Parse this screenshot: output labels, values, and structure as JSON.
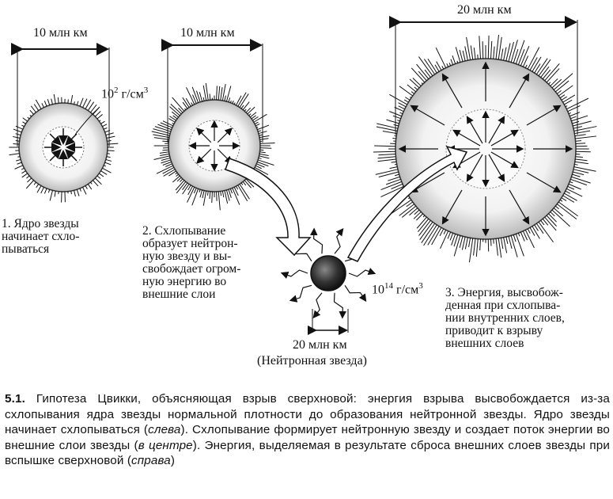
{
  "stages": [
    {
      "number": "1.",
      "lines": [
        "Ядро звезды",
        "начинает схло-",
        "пываться"
      ]
    },
    {
      "number": "2.",
      "lines": [
        "Схлопывание",
        "образует нейтрон-",
        "ную звезду и вы-",
        "свобождает огром-",
        "ную энергию во",
        "внешние слои"
      ]
    },
    {
      "number": "3.",
      "lines": [
        "Энергия, высвобож-",
        "денная при схлопыва-",
        "нии внутренних слоев,",
        "приводит к взрыву",
        "внешних слоев"
      ]
    }
  ],
  "dimensions": {
    "star1": "10 млн км",
    "star2": "10 млн км",
    "star3": "20 млн км",
    "neutron": "20 млн км",
    "neutron_caption": "(Нейтронная звезда)"
  },
  "densities": {
    "core": {
      "base": "10",
      "exp": "2",
      "unit": " г/см",
      "unit_exp": "3"
    },
    "neutron": {
      "base": "10",
      "exp": "14",
      "unit": " г/см",
      "unit_exp": "3"
    }
  },
  "caption": {
    "number": "5.1.",
    "part1": " Гипотеза Цвикки, объясняющая взрыв сверхновой: энергия взрыва высвобождается из-за схлопывания ядра звезды нормальной плотности до образования нейтронной звезды. Ядро звезды начинает схлопываться (",
    "left": "слева",
    "part2": "). Схлопывание формирует нейтронную звезду и создает поток энергии во внешние слои звезды (",
    "center": "в центре",
    "part3": "). Энергия, выделяемая в результате сброса внешних слоев звезды при вспышке сверхновой (",
    "right": "справа",
    "part4": ")"
  }
}
